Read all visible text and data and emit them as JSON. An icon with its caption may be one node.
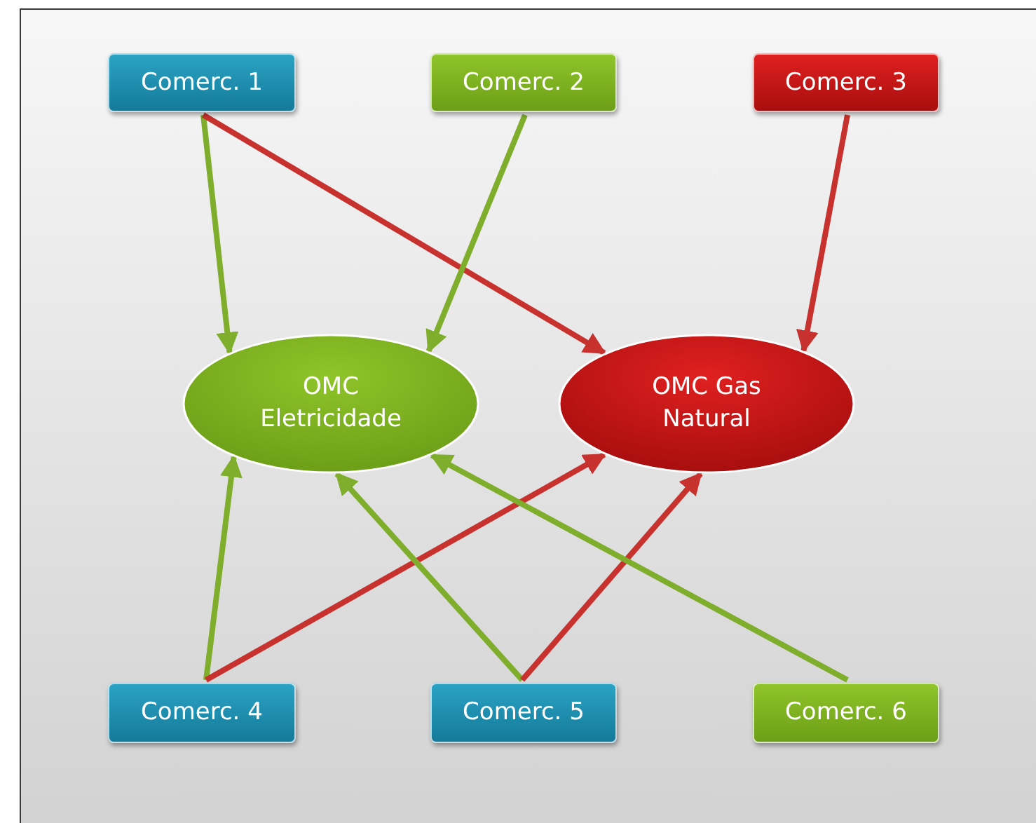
{
  "diagram": {
    "nodes": [
      {
        "text": [
          "Comerc. 1"
        ]
      },
      {
        "text": [
          "Comerc. 2"
        ]
      },
      {
        "text": [
          "Comerc. 3"
        ]
      },
      {
        "text": [
          "OMC Eletricidade"
        ]
      },
      {
        "text": [
          "OMC Gas Natural"
        ]
      },
      {
        "text": [
          "Comerc. 4"
        ]
      },
      {
        "text": [
          "Comerc. 5"
        ]
      },
      {
        "text": [
          "Comerc. 6"
        ]
      }
    ],
    "edges": [
      {
        "from": 0,
        "to": 3,
        "arrow": "to"
      },
      {
        "from": 0,
        "to": 4,
        "arrow": "to",
        "color": "#c8322e"
      },
      {
        "from": 1,
        "to": 3,
        "arrow": "to"
      },
      {
        "from": 2,
        "to": 4,
        "arrow": "to",
        "color": "#c8322e"
      },
      {
        "from": 5,
        "to": 3,
        "arrow": "to"
      },
      {
        "from": 5,
        "to": 4,
        "arrow": "to",
        "color": "#c8322e"
      },
      {
        "from": 6,
        "to": 3,
        "arrow": "to"
      },
      {
        "from": 6,
        "to": 4,
        "arrow": "to",
        "color": "#c8322e"
      },
      {
        "from": 7,
        "to": 3,
        "arrow": "to"
      }
    ]
  }
}
